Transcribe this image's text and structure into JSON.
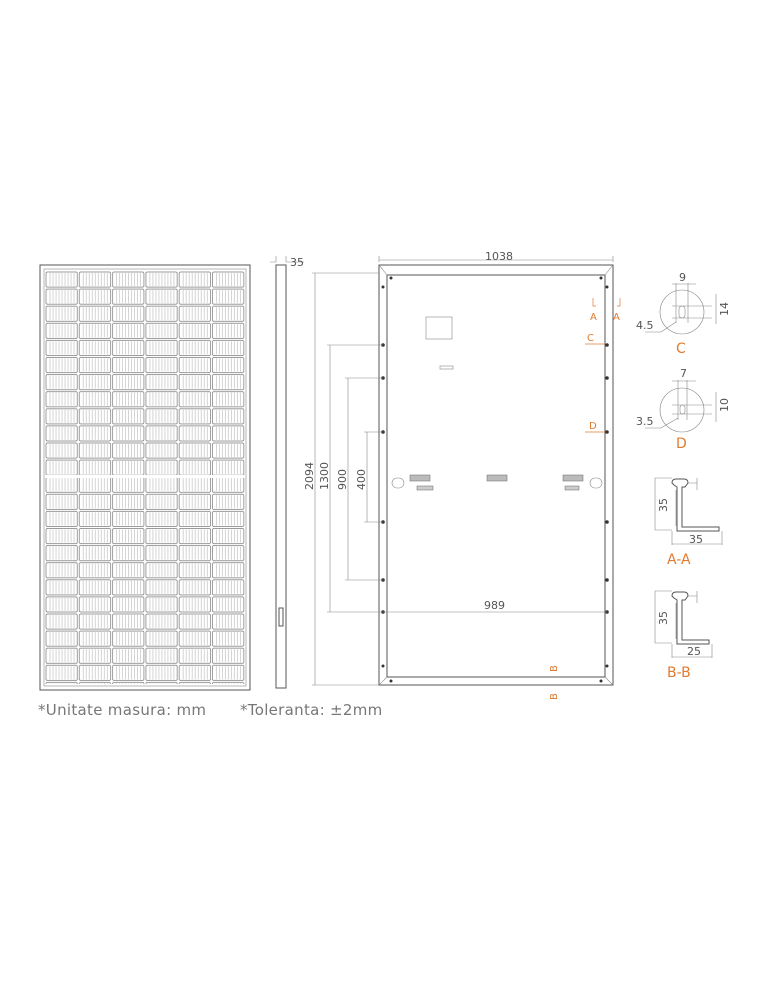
{
  "dimensions": {
    "width": "1038",
    "length": "2094",
    "thickness": "35",
    "hole_span_1300": "1300",
    "hole_span_900": "900",
    "hole_span_400": "400",
    "hole_width": "989"
  },
  "section_markers": {
    "a": "A",
    "b": "B",
    "c": "C",
    "d": "D"
  },
  "detail_c": {
    "label": "C",
    "width": "9",
    "height": "14",
    "radius": "4.5"
  },
  "detail_d": {
    "label": "D",
    "width": "7",
    "height": "10",
    "radius": "3.5"
  },
  "section_aa": {
    "label": "A-A",
    "height": "35",
    "width": "35"
  },
  "section_bb": {
    "label": "B-B",
    "height": "35",
    "width": "25"
  },
  "notes": {
    "unit": "*Unitate masura: mm",
    "tolerance": "*Toleranta: ±2mm"
  },
  "colors": {
    "line": "#555555",
    "accent": "#e07b30",
    "text": "#777777"
  }
}
